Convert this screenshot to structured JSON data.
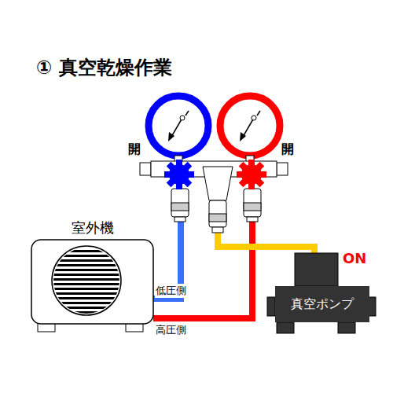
{
  "diagram": {
    "title": "① 真空乾燥作業",
    "nodes": [
      {
        "text": [
          "室外機"
        ]
      },
      {
        "text": [
          "真空ポンプ"
        ]
      }
    ],
    "labels": [
      "開",
      "開",
      "ON",
      "低圧側",
      "高圧側"
    ]
  }
}
